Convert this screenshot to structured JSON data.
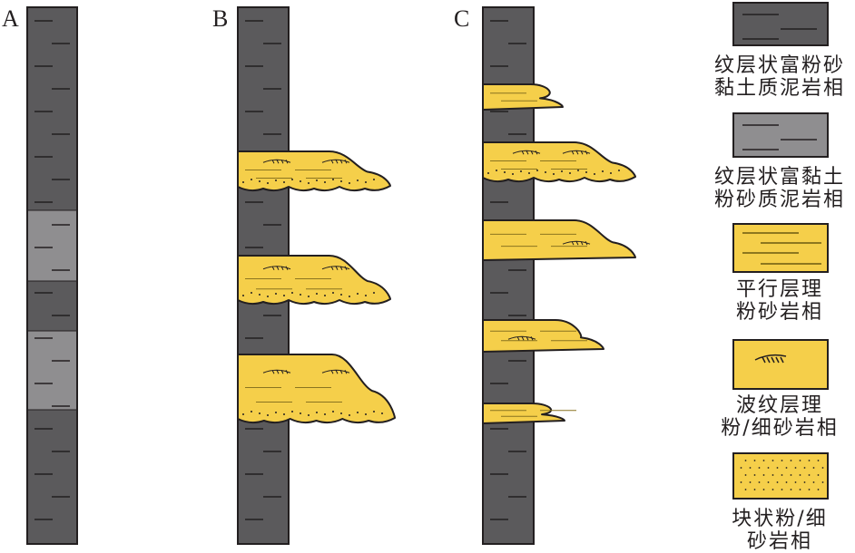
{
  "columns": [
    {
      "label": "A"
    },
    {
      "label": "B"
    },
    {
      "label": "C"
    }
  ],
  "legend": [
    {
      "line1": "纹层状富粉砂",
      "line2": "黏土质泥岩相",
      "pattern": "dark-laminated"
    },
    {
      "line1": "纹层状富黏土",
      "line2": "粉砂质泥岩相",
      "pattern": "light-laminated"
    },
    {
      "line1": "平行层理",
      "line2": "粉砂岩相",
      "pattern": "parallel-bedding"
    },
    {
      "line1": "波纹层理",
      "line2": "粉/细砂岩相",
      "pattern": "ripple"
    },
    {
      "line1": "块状粉/细",
      "line2": "砂岩相",
      "pattern": "massive-dots"
    }
  ],
  "colors": {
    "dark": "#5b5a5c",
    "light": "#8f8e90",
    "sand": "#f5cf4a",
    "line": "#231f20"
  }
}
